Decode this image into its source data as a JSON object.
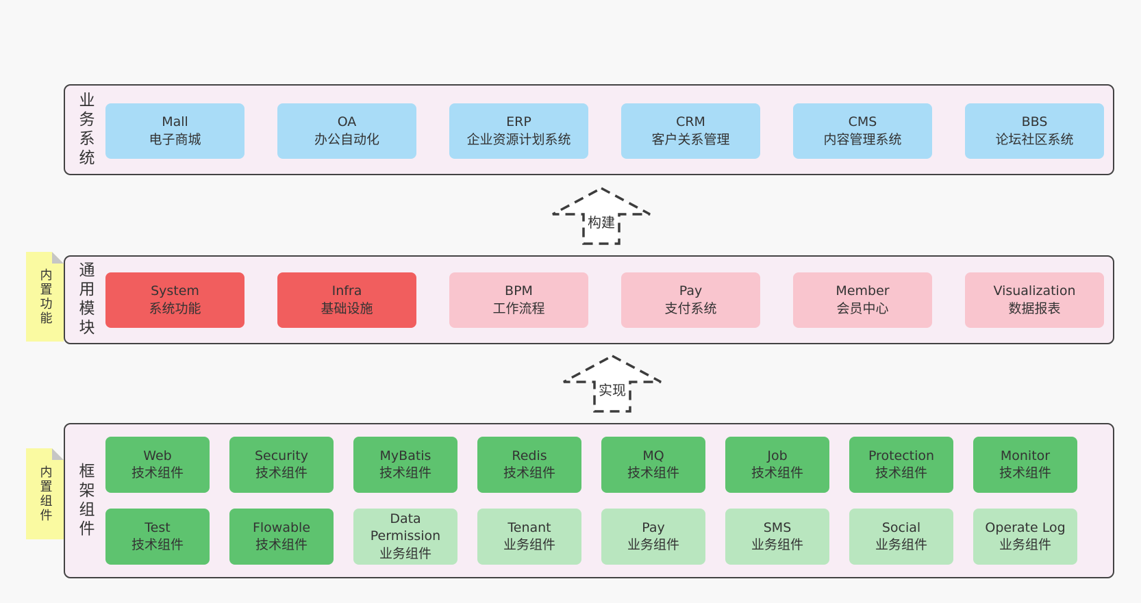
{
  "colors": {
    "pageBg": "#f8f8f8",
    "bandBg": "#f8edf5",
    "bandBorder": "#434343",
    "blue": "#a9dcf7",
    "red": "#f15e5e",
    "pink": "#f9c5ce",
    "green": "#5ec36f",
    "greenLight": "#b9e6bf",
    "noteYellow": "#fafaa1",
    "noteFold": "#c6c6c6",
    "text": "#333333",
    "dash": "#3c3c3c",
    "arrowFill": "#ffffff"
  },
  "bands": [
    {
      "label": "业务系统",
      "boxes": [
        {
          "title": "Mall",
          "subtitle": "电子商城",
          "type": "blue"
        },
        {
          "title": "OA",
          "subtitle": "办公自动化",
          "type": "blue"
        },
        {
          "title": "ERP",
          "subtitle": "企业资源计划系统",
          "type": "blue"
        },
        {
          "title": "CRM",
          "subtitle": "客户关系管理",
          "type": "blue"
        },
        {
          "title": "CMS",
          "subtitle": "内容管理系统",
          "type": "blue"
        },
        {
          "title": "BBS",
          "subtitle": "论坛社区系统",
          "type": "blue"
        }
      ]
    },
    {
      "label": "通用模块",
      "note": "内置功能",
      "boxes": [
        {
          "title": "System",
          "subtitle": "系统功能",
          "type": "red"
        },
        {
          "title": "Infra",
          "subtitle": "基础设施",
          "type": "red"
        },
        {
          "title": "BPM",
          "subtitle": "工作流程",
          "type": "pink"
        },
        {
          "title": "Pay",
          "subtitle": "支付系统",
          "type": "pink"
        },
        {
          "title": "Member",
          "subtitle": "会员中心",
          "type": "pink"
        },
        {
          "title": "Visualization",
          "subtitle": "数据报表",
          "type": "pink"
        }
      ]
    },
    {
      "label": "框架组件",
      "note": "内置组件",
      "rows": [
        [
          {
            "title": "Web",
            "subtitle": "技术组件",
            "type": "green"
          },
          {
            "title": "Security",
            "subtitle": "技术组件",
            "type": "green"
          },
          {
            "title": "MyBatis",
            "subtitle": "技术组件",
            "type": "green"
          },
          {
            "title": "Redis",
            "subtitle": "技术组件",
            "type": "green"
          },
          {
            "title": "MQ",
            "subtitle": "技术组件",
            "type": "green"
          },
          {
            "title": "Job",
            "subtitle": "技术组件",
            "type": "green"
          },
          {
            "title": "Protection",
            "subtitle": "技术组件",
            "type": "green"
          },
          {
            "title": "Monitor",
            "subtitle": "技术组件",
            "type": "green"
          }
        ],
        [
          {
            "title": "Test",
            "subtitle": "技术组件",
            "type": "green"
          },
          {
            "title": "Flowable",
            "subtitle": "技术组件",
            "type": "green"
          },
          {
            "title": "Data Permission",
            "subtitle": "业务组件",
            "type": "green-light"
          },
          {
            "title": "Tenant",
            "subtitle": "业务组件",
            "type": "green-light"
          },
          {
            "title": "Pay",
            "subtitle": "业务组件",
            "type": "green-light"
          },
          {
            "title": "SMS",
            "subtitle": "业务组件",
            "type": "green-light"
          },
          {
            "title": "Social",
            "subtitle": "业务组件",
            "type": "green-light"
          },
          {
            "title": "Operate Log",
            "subtitle": "业务组件",
            "type": "green-light"
          }
        ]
      ]
    }
  ],
  "arrows": [
    {
      "label": "构建"
    },
    {
      "label": "实现"
    }
  ]
}
